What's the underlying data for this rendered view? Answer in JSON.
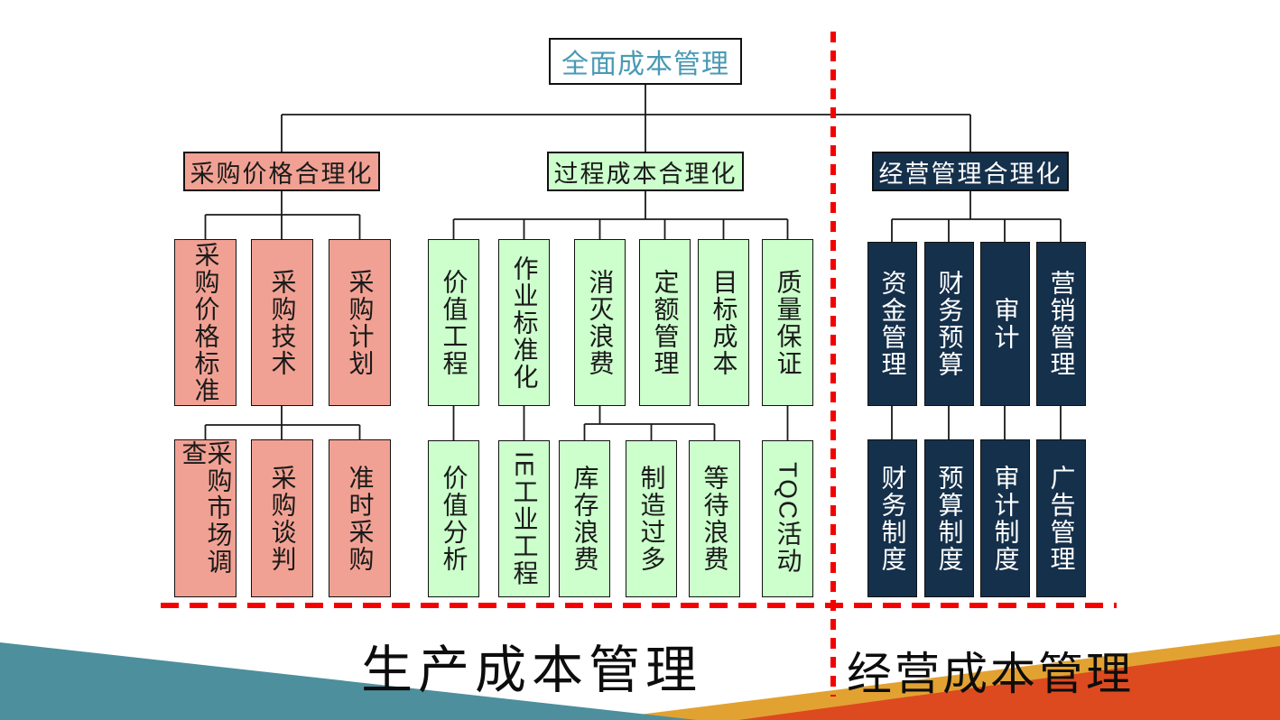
{
  "title": {
    "label": "全面成本管理"
  },
  "branches": [
    {
      "label": "采购价格合理化",
      "row1": [
        "采购价格标准",
        "采购技术",
        "采购计划"
      ],
      "row2": [
        "采购市场调查",
        "采购谈判",
        "准时采购"
      ]
    },
    {
      "label": "过程成本合理化",
      "row1": [
        "价值工程",
        "作业标准化",
        "消灭浪费",
        "定额管理",
        "目标成本",
        "质量保证"
      ],
      "row2": [
        "价值分析",
        "IE工业工程",
        "库存浪费",
        "制造过多",
        "等待浪费",
        "TQC活动"
      ]
    },
    {
      "label": "经营管理合理化",
      "row1": [
        "资金管理",
        "财务预算",
        "审计",
        "营销管理"
      ],
      "row2": [
        "财务制度",
        "预算制度",
        "审计制度",
        "广告管理"
      ]
    }
  ],
  "footer": {
    "left_label": "生产成本管理",
    "right_label": "经营成本管理"
  },
  "colors": {
    "title_text": "#4A9AB4",
    "procurement_fill": "#F1A193",
    "process_fill": "#CCFFCC",
    "business_fill": "#15304B",
    "divider_red": "#F40000",
    "triangle_teal": "#4D8F9D",
    "triangle_gold": "#E2A231",
    "triangle_orange": "#DD4A1F"
  }
}
